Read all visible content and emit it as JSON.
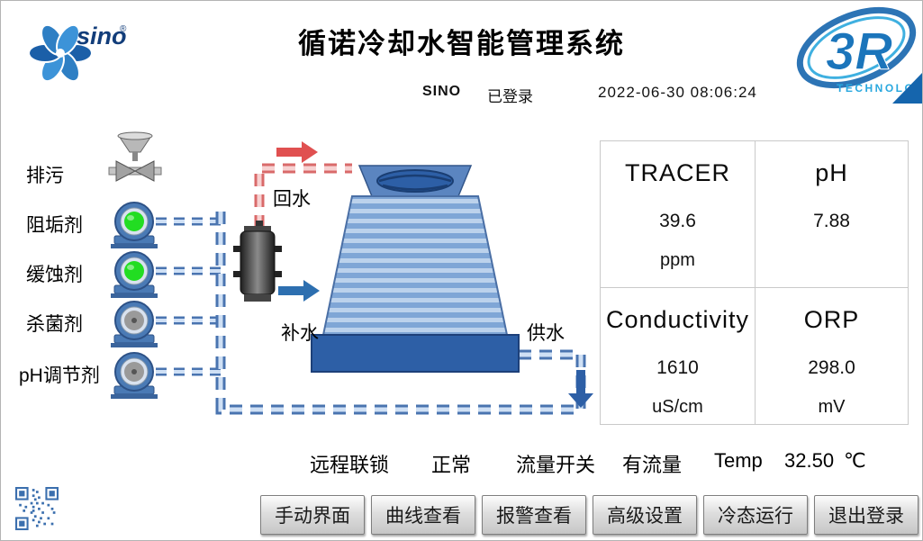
{
  "header": {
    "title": "循诺冷却水智能管理系统",
    "user": "SINO",
    "login_status": "已登录",
    "datetime": "2022-06-30  08:06:24",
    "sino_logo_text": "sino",
    "r3_logo_text": "3R",
    "r3_logo_sub": "TECHNOLOGY"
  },
  "diagram": {
    "chemical_lines": [
      {
        "label": "排污",
        "type": "valve",
        "state_color": "#b0b0b0"
      },
      {
        "label": "阻垢剂",
        "type": "pump",
        "state_color": "#22dd22"
      },
      {
        "label": "缓蚀剂",
        "type": "pump",
        "state_color": "#22dd22"
      },
      {
        "label": "杀菌剂",
        "type": "pump",
        "state_color": "#9a9a9a"
      },
      {
        "label": "pH调节剂",
        "type": "pump",
        "state_color": "#9a9a9a"
      }
    ],
    "flow_labels": {
      "return_water": "回水",
      "makeup_water": "补水",
      "supply_water": "供水"
    },
    "colors": {
      "return_pipe": "#e06060",
      "supply_pipe": "#4a74b0",
      "tower_dark": "#2d5fa6"
    }
  },
  "measurements": {
    "cells": [
      {
        "name": "TRACER",
        "value": "39.6",
        "unit": "ppm"
      },
      {
        "name": "pH",
        "value": "7.88",
        "unit": ""
      },
      {
        "name": "Conductivity",
        "value": "1610",
        "unit": "uS/cm"
      },
      {
        "name": "ORP",
        "value": "298.0",
        "unit": "mV"
      }
    ]
  },
  "status_bar": {
    "interlock_label": "远程联锁",
    "interlock_value": "正常",
    "flow_label": "流量开关",
    "flow_value": "有流量",
    "temp_label": "Temp",
    "temp_value": "32.50",
    "temp_unit": "℃"
  },
  "nav_buttons": [
    {
      "label": "手动界面"
    },
    {
      "label": "曲线查看"
    },
    {
      "label": "报警查看"
    },
    {
      "label": "高级设置"
    },
    {
      "label": "冷态运行"
    },
    {
      "label": "退出登录"
    }
  ]
}
